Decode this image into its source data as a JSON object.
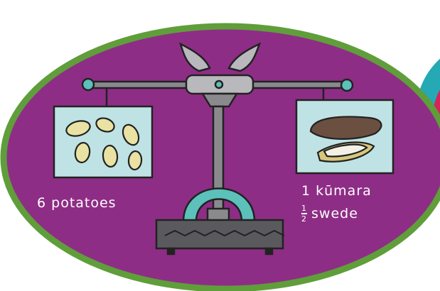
{
  "left_pan": {
    "label": "6 potatoes",
    "item_icon": "potato-icon",
    "item_count": 6
  },
  "right_pan": {
    "label_1": "1 kūmara",
    "fraction_numerator": "1",
    "fraction_denominator": "2",
    "label_2": "swede",
    "item_icons": [
      "kumara-icon",
      "swede-icon"
    ]
  },
  "colors": {
    "oval_fill": "#8e2d86",
    "oval_border": "#5f9e3a",
    "panel_fill": "#bfe3e4",
    "teal": "#5cc0bb",
    "base": "#5a5a5e",
    "potato": "#e9e2a3",
    "kumara": "#6b4f40",
    "swede_skin": "#d7c77e",
    "decor_red": "#d6245a",
    "decor_teal": "#25a9b4"
  }
}
